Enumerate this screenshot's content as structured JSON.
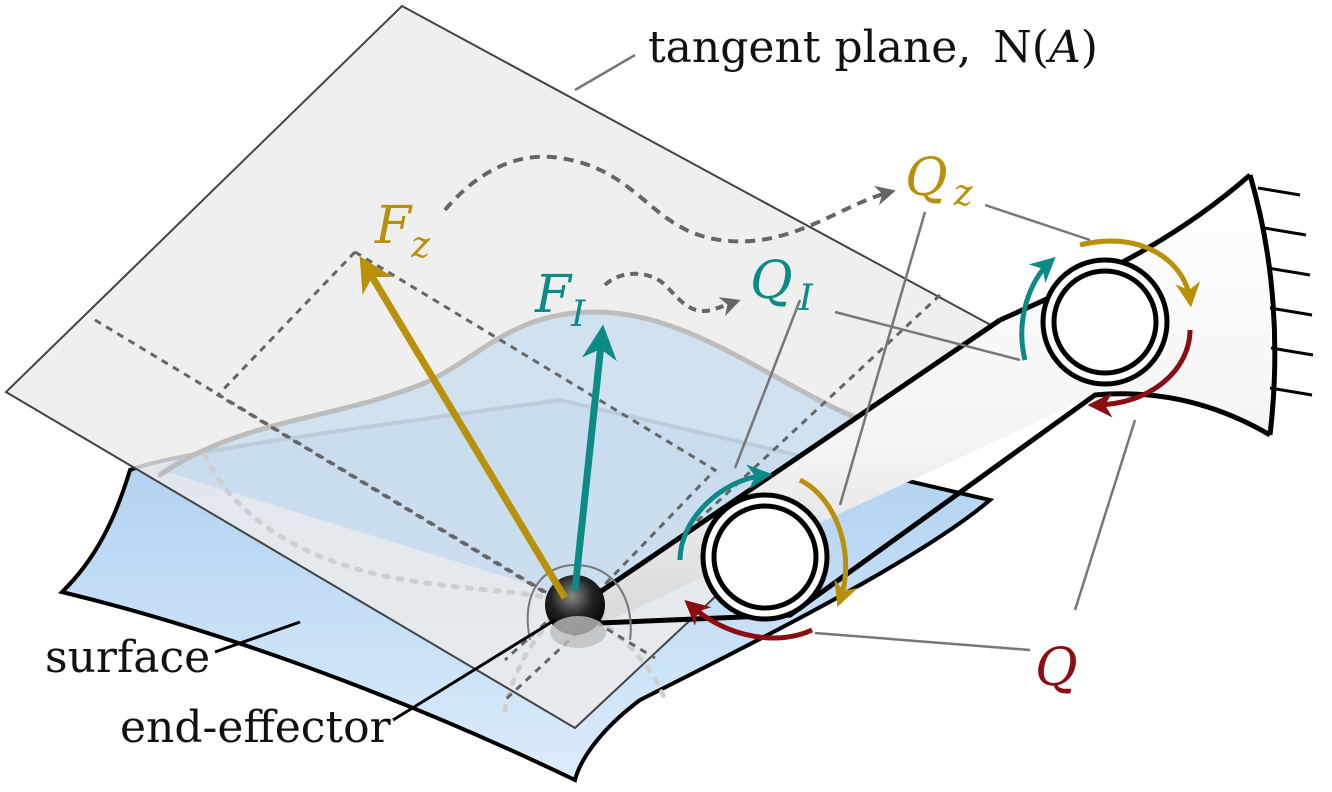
{
  "labels": {
    "tangent_plane_prefix": "tangent plane,",
    "tangent_plane_op": "N",
    "tangent_plane_arg": "A",
    "surface": "surface",
    "end_effector": "end-effector"
  },
  "symbols": {
    "F_z": {
      "base": "F",
      "sub": "z"
    },
    "F_I": {
      "base": "F",
      "sub": "I"
    },
    "Q_I": {
      "base": "Q",
      "sub": "I"
    },
    "Q_z": {
      "base": "Q",
      "sub": "z"
    },
    "Q": {
      "base": "Q"
    }
  },
  "colors": {
    "gold": "#b8900a",
    "teal": "#0b8a86",
    "darkred": "#8a0d12",
    "plane_fill": "#ebebeb",
    "surface_fill": "#b7d5f0",
    "dashed": "#666666",
    "leader": "#777777"
  }
}
